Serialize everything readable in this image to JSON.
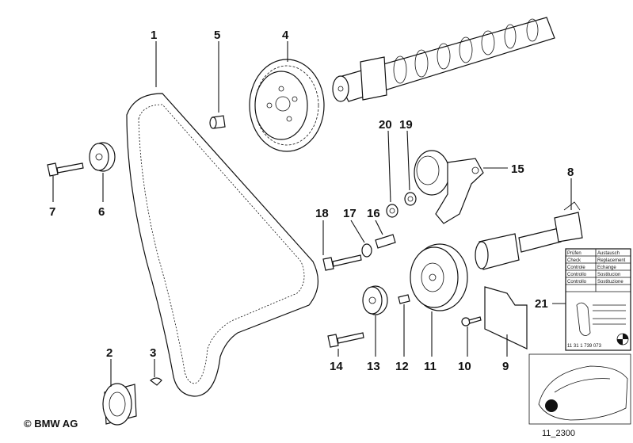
{
  "copyright": "© BMW AG",
  "reference": "11_2300",
  "callouts": [
    "1",
    "2",
    "3",
    "4",
    "5",
    "6",
    "7",
    "8",
    "9",
    "10",
    "11",
    "12",
    "13",
    "14",
    "15",
    "16",
    "17",
    "18",
    "19",
    "20",
    "21"
  ],
  "sticker": {
    "rows": [
      [
        "Prüfen",
        "Austausch"
      ],
      [
        "Check",
        "Replacement"
      ],
      [
        "Controle",
        "Echange"
      ],
      [
        "Controllo",
        "Sostitucion"
      ],
      [
        "Controllo",
        "Sostituzione"
      ]
    ],
    "code": "11 31 1 739 073"
  }
}
